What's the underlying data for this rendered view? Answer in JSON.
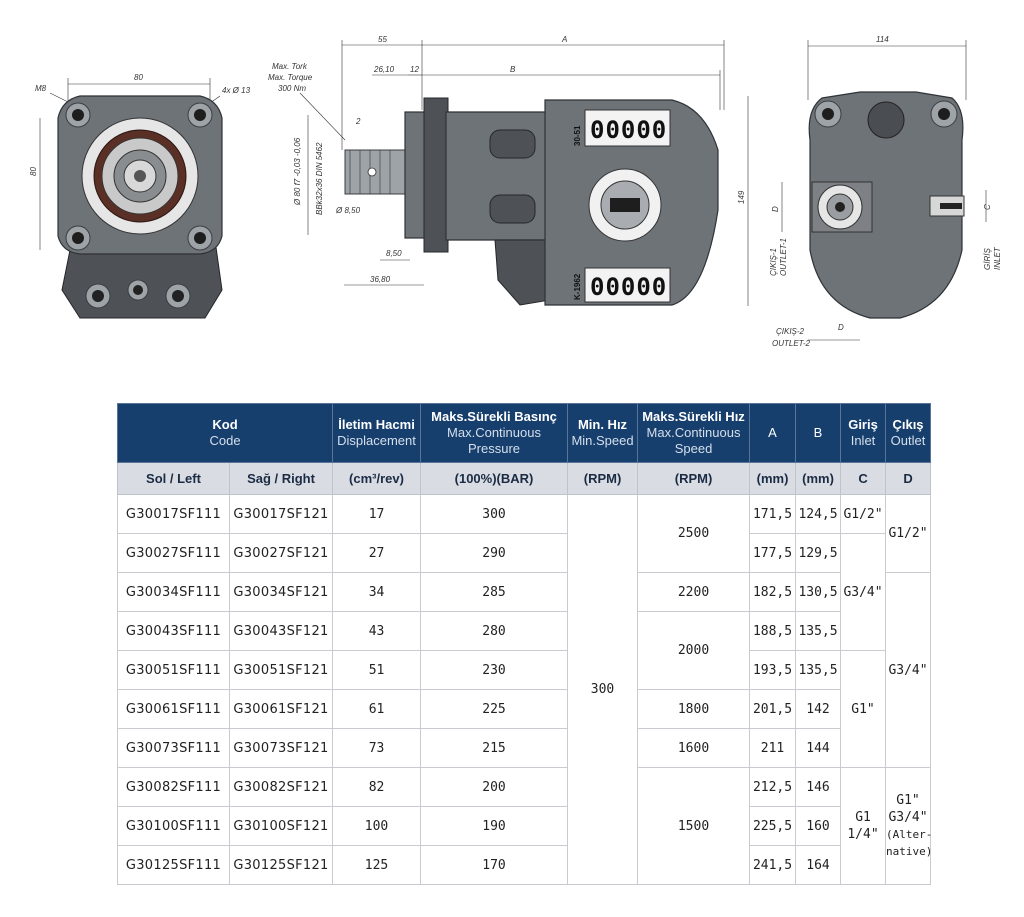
{
  "drawing": {
    "dims_front": {
      "m8": "M8",
      "d80_top": "80",
      "d80_left": "80",
      "holes": "4x Ø 13"
    },
    "dims_side": {
      "torque": [
        "Max. Tork",
        "Max. Torque",
        "300 Nm"
      ],
      "d55": "55",
      "dA": "A",
      "d2610": "26,10",
      "d12": "12",
      "dB": "B",
      "d2": "2",
      "shaft_dia": "Ø 80 f7 -0,03 -0,06",
      "spline": "BBk32x36 DIN 5462",
      "d850a": "Ø 8,50",
      "d850b": "8,50",
      "d3680": "36,80",
      "d149": "149",
      "mark_top": "30-51",
      "mark_bottom": "K-1962",
      "digits": "00000"
    },
    "dims_rear": {
      "d114": "114",
      "dC": "C",
      "dD": "D",
      "dD2": "D",
      "outlet1_tr": "ÇIKIŞ-1",
      "outlet1_en": "OUTLET-1",
      "inlet_tr": "GİRİŞ",
      "inlet_en": "INLET",
      "outlet2_tr": "ÇIKIŞ-2",
      "outlet2_en": "OUTLET-2"
    }
  },
  "table": {
    "headers": {
      "code": {
        "tr": "Kod",
        "en": "Code"
      },
      "disp": {
        "tr": "İletim Hacmi",
        "en": "Displacement"
      },
      "press": {
        "tr": "Maks.Sürekli Basınç",
        "en": "Max.Continuous Pressure"
      },
      "minspeed": {
        "tr": "Min. Hız",
        "en": "Min.Speed"
      },
      "maxspeed": {
        "tr": "Maks.Sürekli Hız",
        "en": "Max.Continuous Speed"
      },
      "a": "A",
      "b": "B",
      "inlet": {
        "tr": "Giriş",
        "en": "Inlet"
      },
      "outlet": {
        "tr": "Çıkış",
        "en": "Outlet"
      }
    },
    "subheaders": {
      "left": "Sol / Left",
      "right": "Sağ / Right",
      "disp_unit": "(cm³/rev)",
      "press_unit": "(100%)(BAR)",
      "rpm1": "(RPM)",
      "rpm2": "(RPM)",
      "mm1": "(mm)",
      "mm2": "(mm)",
      "c": "C",
      "d": "D"
    },
    "rows": [
      {
        "left": "G30017SF111",
        "right": "G30017SF121",
        "disp": "17",
        "press": "300",
        "a": "171,5",
        "b": "124,5"
      },
      {
        "left": "G30027SF111",
        "right": "G30027SF121",
        "disp": "27",
        "press": "290",
        "a": "177,5",
        "b": "129,5"
      },
      {
        "left": "G30034SF111",
        "right": "G30034SF121",
        "disp": "34",
        "press": "285",
        "a": "182,5",
        "b": "130,5"
      },
      {
        "left": "G30043SF111",
        "right": "G30043SF121",
        "disp": "43",
        "press": "280",
        "a": "188,5",
        "b": "135,5"
      },
      {
        "left": "G30051SF111",
        "right": "G30051SF121",
        "disp": "51",
        "press": "230",
        "a": "193,5",
        "b": "135,5"
      },
      {
        "left": "G30061SF111",
        "right": "G30061SF121",
        "disp": "61",
        "press": "225",
        "a": "201,5",
        "b": "142"
      },
      {
        "left": "G30073SF111",
        "right": "G30073SF121",
        "disp": "73",
        "press": "215",
        "a": "211",
        "b": "144"
      },
      {
        "left": "G30082SF111",
        "right": "G30082SF121",
        "disp": "82",
        "press": "200",
        "a": "212,5",
        "b": "146"
      },
      {
        "left": "G30100SF111",
        "right": "G30100SF121",
        "disp": "100",
        "press": "190",
        "a": "225,5",
        "b": "160"
      },
      {
        "left": "G30125SF111",
        "right": "G30125SF121",
        "disp": "125",
        "press": "170",
        "a": "241,5",
        "b": "164"
      }
    ],
    "min_speed": "300",
    "max_speed": {
      "r1": "2500",
      "r3": "2200",
      "r4": "2000",
      "r6": "1800",
      "r7": "1600",
      "r8": "1500"
    },
    "inlet": {
      "r1": "G1/2\"",
      "r2": "G3/4\"",
      "r5": "G1\"",
      "r8a": "G1",
      "r8b": "1/4\""
    },
    "outlet": {
      "r1": "G1/2\"",
      "r3": "G3/4\"",
      "r8a": "G1\"",
      "r8b": "G3/4\"",
      "r8c": "(Alter-",
      "r8d": "native)"
    }
  }
}
